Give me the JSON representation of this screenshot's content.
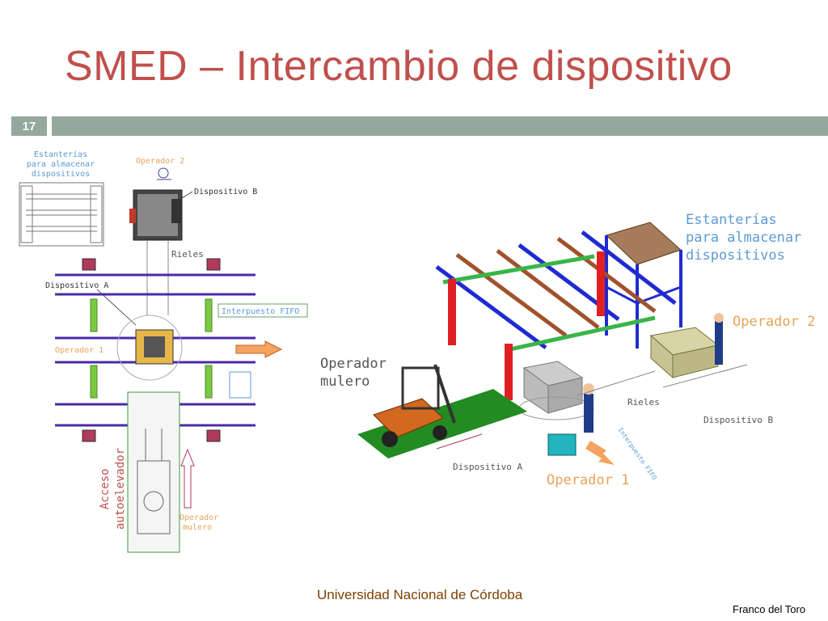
{
  "slide": {
    "title": "SMED – Intercambio de dispositivo",
    "slide_number": "17",
    "footer_center": "Universidad Nacional de Córdoba",
    "footer_right": "Franco del Toro",
    "accent_color": "#c0504d",
    "band_color": "#94a89d"
  },
  "plan_diagram": {
    "shelves_label_lines": [
      "Estanterías",
      "para almacenar",
      "dispositivos"
    ],
    "operator2_label": "Operador 2",
    "device_b_label": "Dispositivo B",
    "rails_label": "Rieles",
    "device_a_label": "Dispositivo A",
    "fifo_label": "Interpuesto FIFO",
    "operator1_label": "Operador 1",
    "access_label_lines": [
      "Acceso",
      "autoelevador"
    ],
    "mulero_label_lines": [
      "Operador",
      "mulero"
    ]
  },
  "iso_diagram": {
    "shelves_label_lines": [
      "Estanterías",
      "para almacenar",
      "dispositivos"
    ],
    "operator2_label": "Operador 2",
    "mulero_label_lines": [
      "Operador",
      "mulero"
    ],
    "rails_label": "Rieles",
    "device_b_label": "Dispositivo B",
    "device_a_label": "Dispositivo A",
    "operator1_label": "Operador 1",
    "fifo_label": "Interpuesto FIFO"
  }
}
